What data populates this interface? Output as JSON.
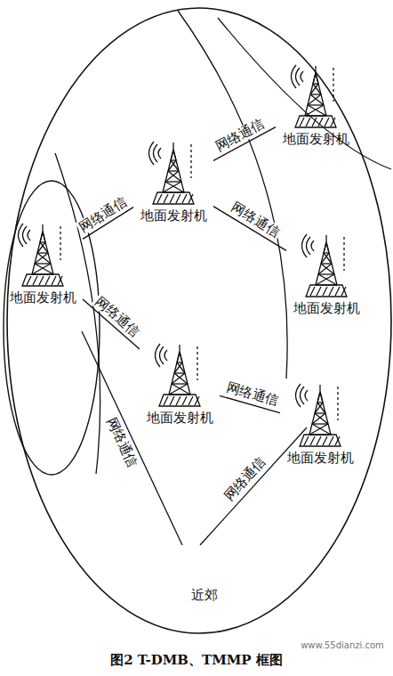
{
  "diagram": {
    "caption": "图2 T-DMB、TMMP 框图",
    "nodes": [
      {
        "text": [
          "地面发射机"
        ]
      },
      {
        "text": [
          "地面发射机"
        ]
      },
      {
        "text": [
          "地面发射机"
        ]
      },
      {
        "text": [
          "地面发射机"
        ]
      },
      {
        "text": [
          "地面发射机"
        ]
      },
      {
        "text": [
          "地面发射机"
        ]
      }
    ],
    "edges": [
      {
        "from": 2,
        "to": 1,
        "arrow": "none",
        "label": "网络通信"
      },
      {
        "from": 1,
        "to": 0,
        "arrow": "none",
        "label": "网络通信"
      },
      {
        "from": 1,
        "to": 3,
        "arrow": "none",
        "label": "网络通信"
      },
      {
        "from": 2,
        "to": 4,
        "arrow": "none",
        "label": "网络通信"
      },
      {
        "from": 4,
        "to": 5,
        "arrow": "none",
        "label": "网络通信"
      }
    ],
    "labels": [
      "网络通信",
      "网络通信",
      "近郊",
      "www.55dianzi.com"
    ]
  }
}
